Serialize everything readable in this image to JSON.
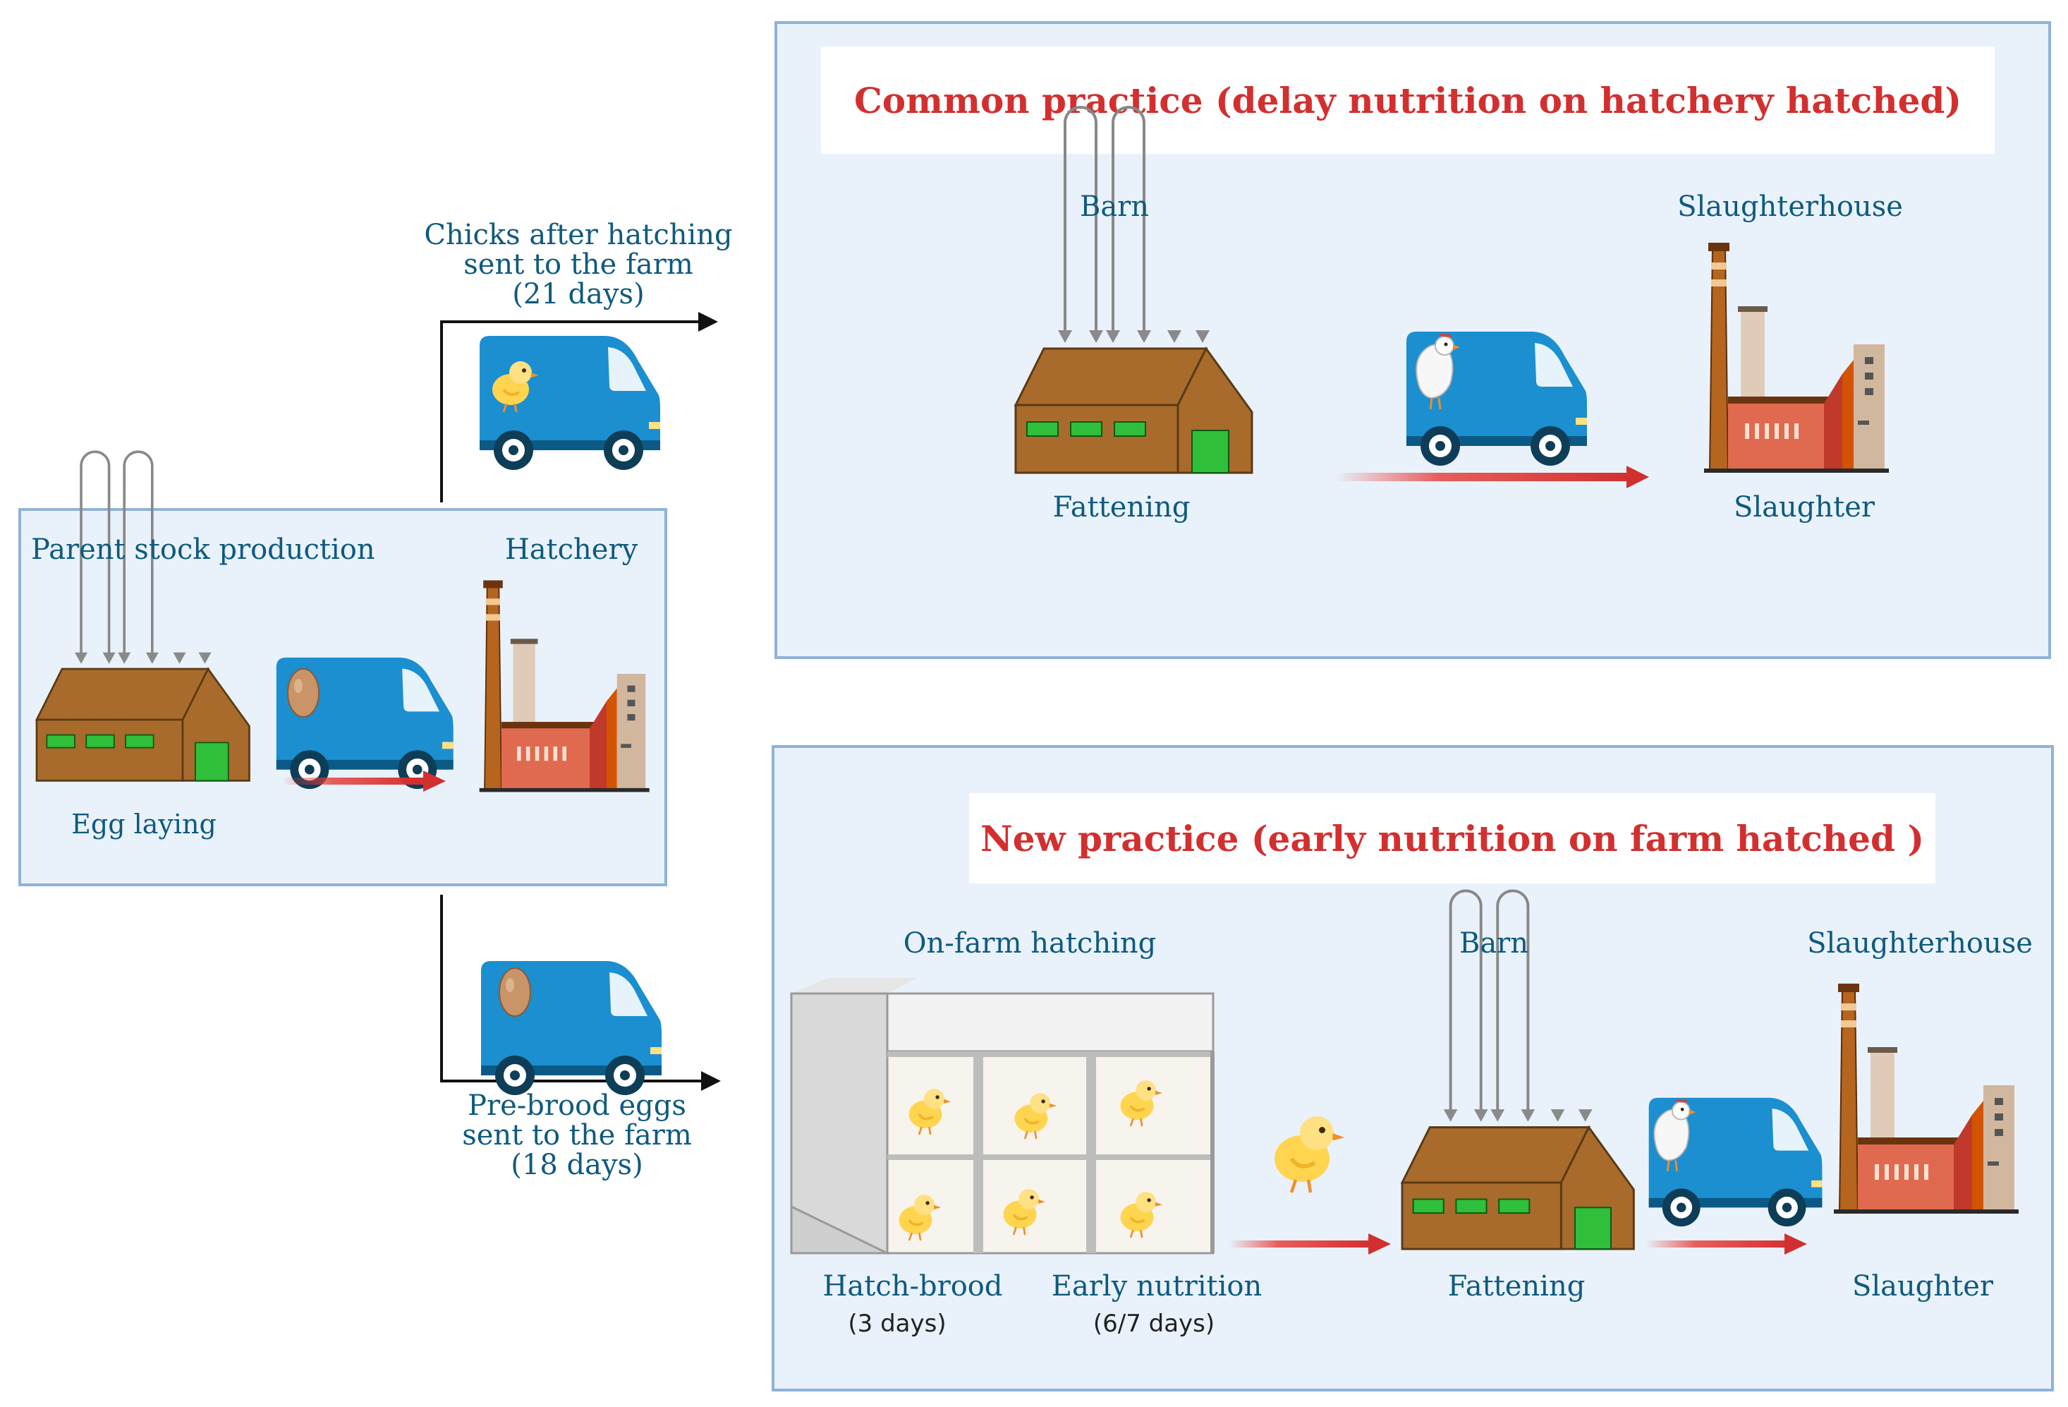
{
  "colors": {
    "panel_fill": "#e9f2fb",
    "panel_border": "#8fb3d6",
    "title_red": "#d32f2f",
    "label_blue": "#0f5a7e",
    "barn_brown": "#a86b2b",
    "van_blue": "#1b8fcf",
    "factory_red": "#e06a4f",
    "arrow_red": "#e53935"
  },
  "icons": [
    "barn-icon",
    "van-icon",
    "factory-icon",
    "chick-icon",
    "egg-icon",
    "hen-icon",
    "hatcher-cabinet-icon"
  ],
  "parent_panel": {
    "production_label": "Parent stock production",
    "hatchery_label": "Hatchery",
    "egg_laying_label": "Egg laying"
  },
  "routes": {
    "top": [
      "Chicks after hatching",
      "sent to the farm",
      "(21 days)"
    ],
    "bottom": [
      "Pre-brood eggs",
      "sent to the farm",
      "(18 days)"
    ]
  },
  "common": {
    "title": "Common practice  (delay nutrition on hatchery hatched)",
    "barn_label": "Barn",
    "fattening_label": "Fattening",
    "slaughterhouse_label": "Slaughterhouse",
    "slaughter_label": "Slaughter"
  },
  "new": {
    "title": "New practice (early nutrition on farm hatched )",
    "on_farm_label": "On-farm hatching",
    "hatch_brood_label": "Hatch-brood",
    "hatch_brood_days": "(3 days)",
    "early_nutrition_label": "Early nutrition",
    "early_nutrition_days": "(6/7 days)",
    "barn_label": "Barn",
    "fattening_label": "Fattening",
    "slaughterhouse_label": "Slaughterhouse",
    "slaughter_label": "Slaughter"
  }
}
